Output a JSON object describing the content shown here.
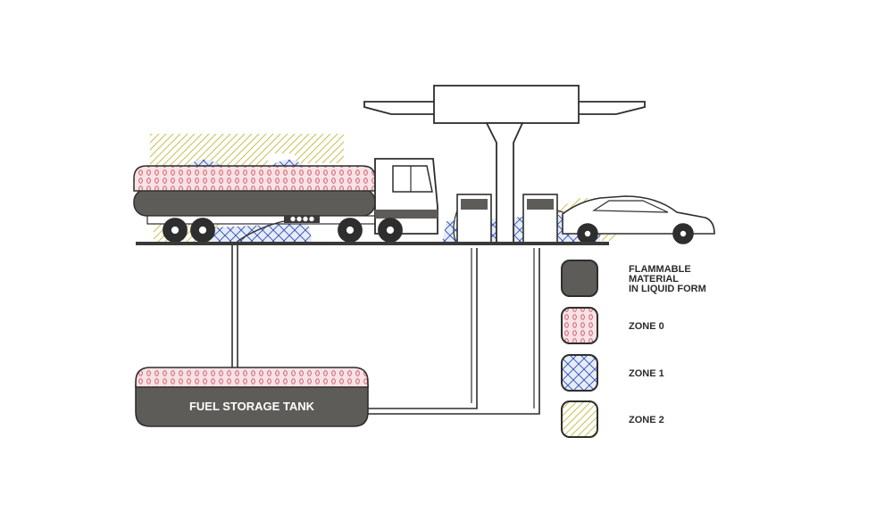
{
  "colors": {
    "liquid": "#5e5c59",
    "outline": "#2e2e2e",
    "zone0": "#d04a5a",
    "zone0_bg": "#f7e3e6",
    "zone1": "#2e4fb2",
    "zone1_bg": "#e6ebf8",
    "zone2": "#c9c25a",
    "ground": "#3a3a3a"
  },
  "tank": {
    "label": "FUEL STORAGE TANK"
  },
  "legend": [
    {
      "key": "liquid",
      "lines": [
        "FLAMMABLE",
        "MATERIAL",
        "IN LIQUID FORM"
      ]
    },
    {
      "key": "zone0",
      "lines": [
        "ZONE 0"
      ]
    },
    {
      "key": "zone1",
      "lines": [
        "ZONE 1"
      ]
    },
    {
      "key": "zone2",
      "lines": [
        "ZONE 2"
      ]
    }
  ]
}
